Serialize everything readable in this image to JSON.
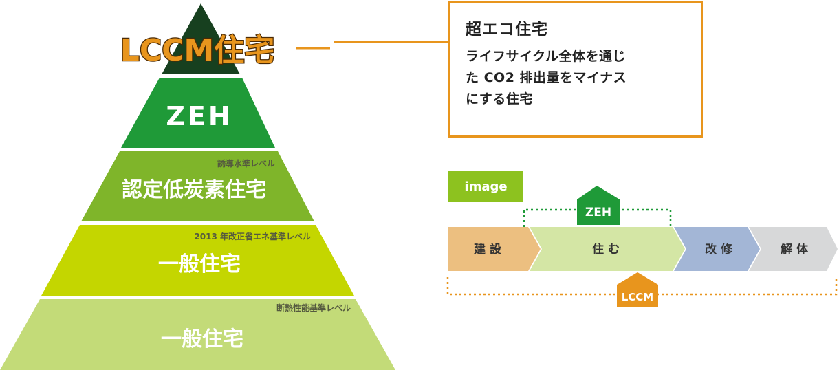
{
  "pyramid": {
    "top_label": "LCCM住宅",
    "tiers": [
      {
        "label": "ZEH",
        "sub_label": ""
      },
      {
        "label": "認定低炭素住宅",
        "sub_label": "誘導水準レベル"
      },
      {
        "label": "一般住宅",
        "sub_label": "2013 年改正省エネ基準レベル"
      },
      {
        "label": "一般住宅",
        "sub_label": "断熱性能基準レベル"
      }
    ]
  },
  "callout": {
    "title": "超エコ住宅",
    "body": "ライフサイクル全体を通じ\nた CO2 排出量をマイナス\nにする住宅"
  },
  "lifecycle": {
    "badge": "image",
    "stages": [
      "建設",
      "住む",
      "改修",
      "解体"
    ],
    "zeh_marker": "ZEH",
    "lccm_marker": "LCCM"
  },
  "colors": {
    "apex": "#17401f",
    "zeh": "#1f9a38",
    "tier2": "#7fb52a",
    "tier3": "#c4d600",
    "tier4": "#c3db78",
    "orange": "#e8951d",
    "green_badge": "#8dc21f",
    "stage_build": "#ecbf80",
    "stage_live": "#d4e6a5",
    "stage_renovate": "#a3b6d6",
    "stage_demolish": "#d7d8d9"
  }
}
